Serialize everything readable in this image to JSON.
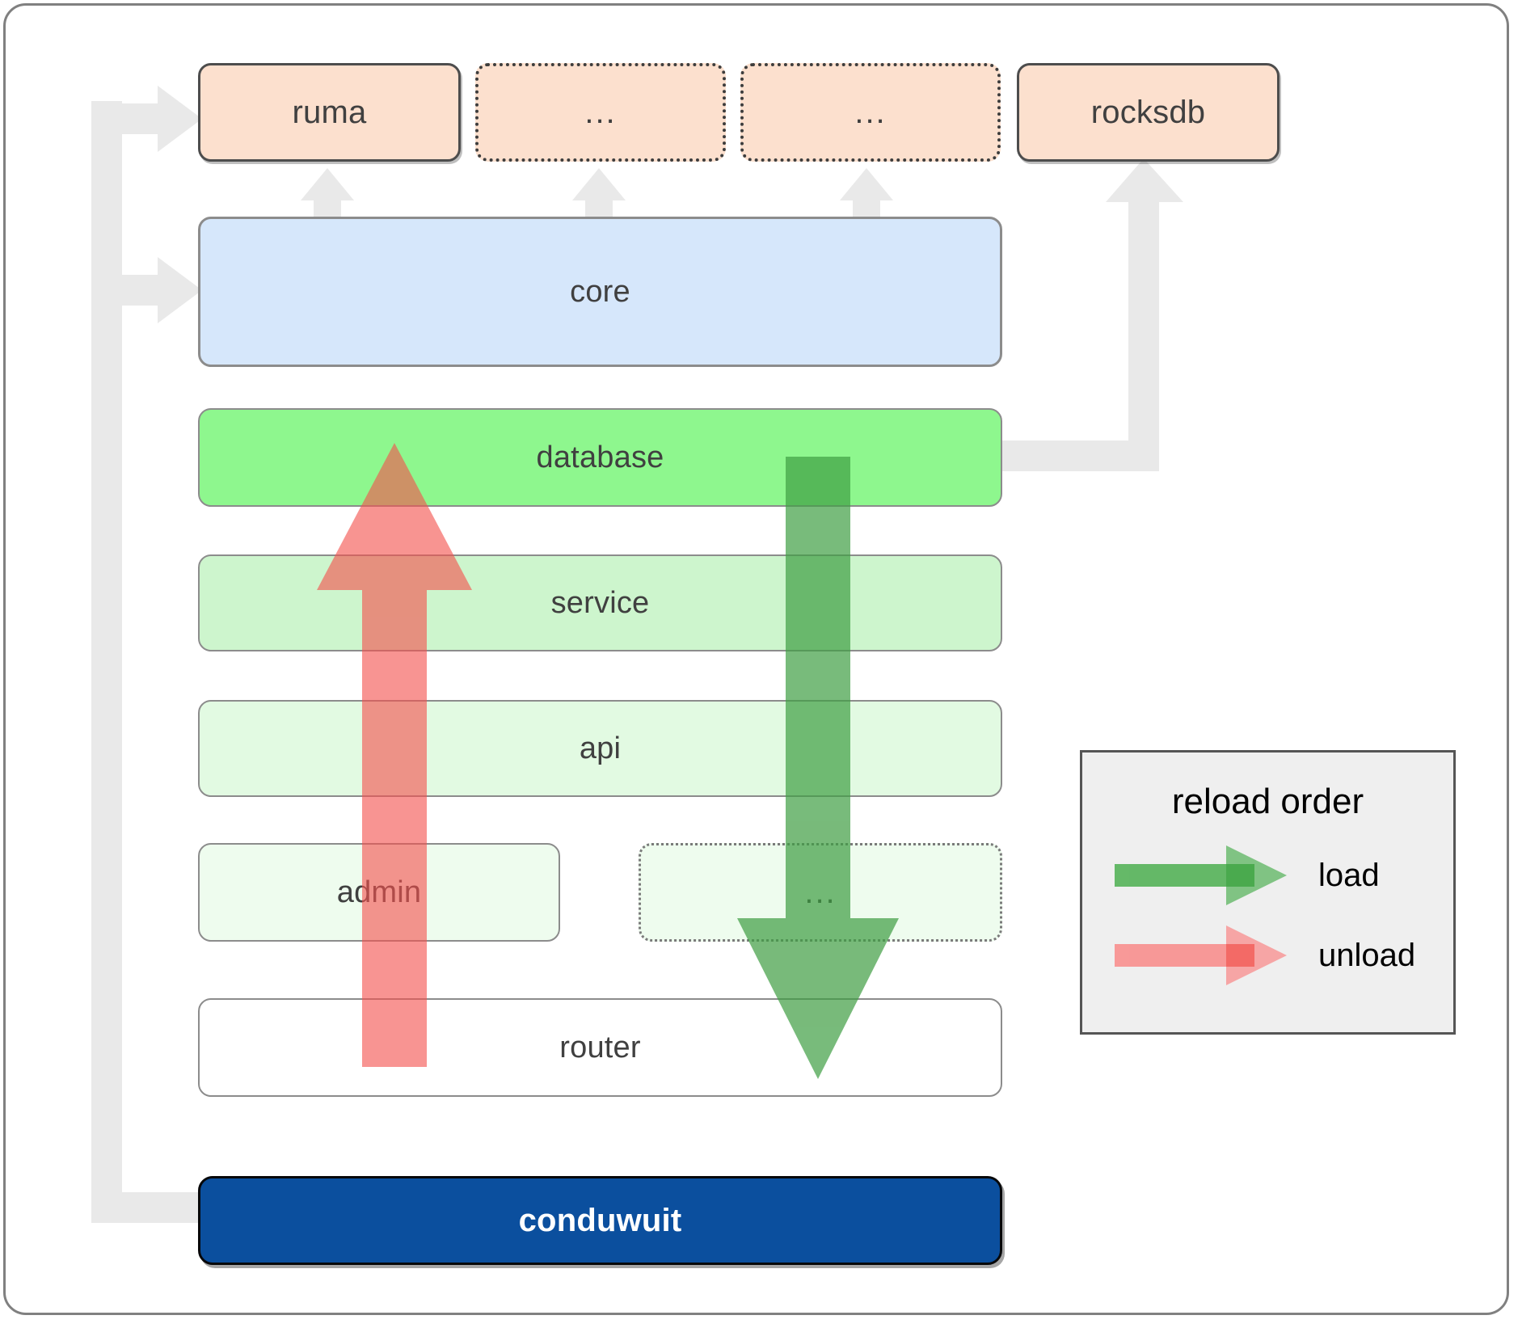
{
  "diagram": {
    "title": "conduwuit module / reload order architecture",
    "colors": {
      "frame_border": "#808080",
      "dependency_fill": "#fce0ce",
      "dependency_border": "#4d4d4d",
      "core_fill": "#d6e7fb",
      "core_border": "#8c8c8c",
      "database_fill": "#8ef78e",
      "service_fill": "#cdf5cd",
      "api_fill": "#e2fae2",
      "admin_fill": "#eefcee",
      "router_fill": "#ffffff",
      "conduwuit_fill": "#0b4f9e",
      "conduwuit_text": "#ffffff",
      "load_arrow": "#4caf50",
      "unload_arrow": "#f77f7f",
      "connector_gray": "#e6e6e6",
      "legend_fill": "#efefef",
      "legend_border": "#555555"
    },
    "dependencies": [
      {
        "label": "ruma",
        "style": "solid"
      },
      {
        "label": "...",
        "style": "dotted"
      },
      {
        "label": "...",
        "style": "dotted"
      },
      {
        "label": "rocksdb",
        "style": "solid"
      }
    ],
    "core": {
      "label": "core"
    },
    "layers": [
      {
        "label": "database",
        "style": "solid"
      },
      {
        "label": "service",
        "style": "solid"
      },
      {
        "label": "api",
        "style": "solid"
      },
      {
        "label": "admin",
        "style": "solid"
      },
      {
        "label": "...",
        "style": "dotted"
      },
      {
        "label": "router",
        "style": "solid"
      }
    ],
    "binary": {
      "label": "conduwuit"
    },
    "legend": {
      "title": "reload order",
      "entries": [
        {
          "label": "load",
          "color": "#4caf50",
          "direction": "down"
        },
        {
          "label": "unload",
          "color": "#f77f7f",
          "direction": "up"
        }
      ]
    }
  }
}
